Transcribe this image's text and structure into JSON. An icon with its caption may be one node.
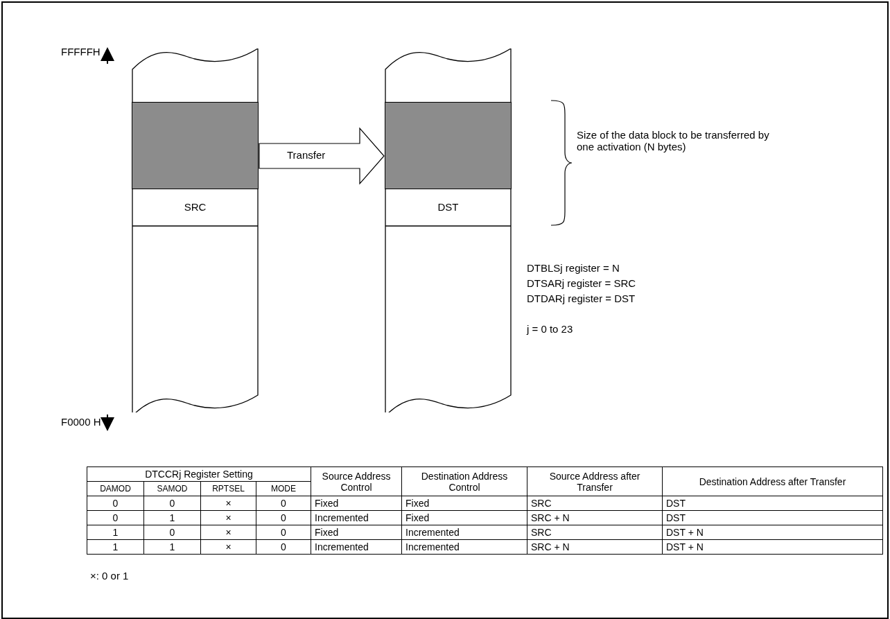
{
  "diagram": {
    "nodes": [
      {
        "text": [
          "SRC"
        ]
      },
      {
        "text": [],
        "shape": "box",
        "in": 0
      },
      {
        "text": [
          "DST"
        ]
      },
      {
        "text": [],
        "shape": "box",
        "in": 2
      }
    ],
    "edges": [
      {
        "from": 0,
        "to": 2,
        "arrow": "to",
        "label": "Transfer"
      }
    ],
    "labels": [
      "FFFFFH",
      "F0000 H",
      "Size of the data block to be transferred by one activation (N bytes)",
      "DTBLSj register = N",
      "DTSARj register = SRC",
      "DTDARj register = DST",
      "j = 0 to 23",
      "DTCCRj Register Setting",
      "Source Address Control",
      "Destination Address Control",
      "Source Address after Transfer",
      "Destination Address after Transfer",
      "DAMOD",
      "SAMOD",
      "RPTSEL",
      "MODE",
      "0",
      "0",
      "×",
      "0",
      "Fixed",
      "Fixed",
      "SRC",
      "DST",
      "0",
      "1",
      "×",
      "0",
      "Incremented",
      "Fixed",
      "SRC + N",
      "DST",
      "1",
      "0",
      "×",
      "0",
      "Fixed",
      "Incremented",
      "SRC",
      "DST + N",
      "1",
      "1",
      "×",
      "0",
      "Incremented",
      "Incremented",
      "SRC + N",
      "DST + N",
      "×: 0 or 1"
    ]
  }
}
